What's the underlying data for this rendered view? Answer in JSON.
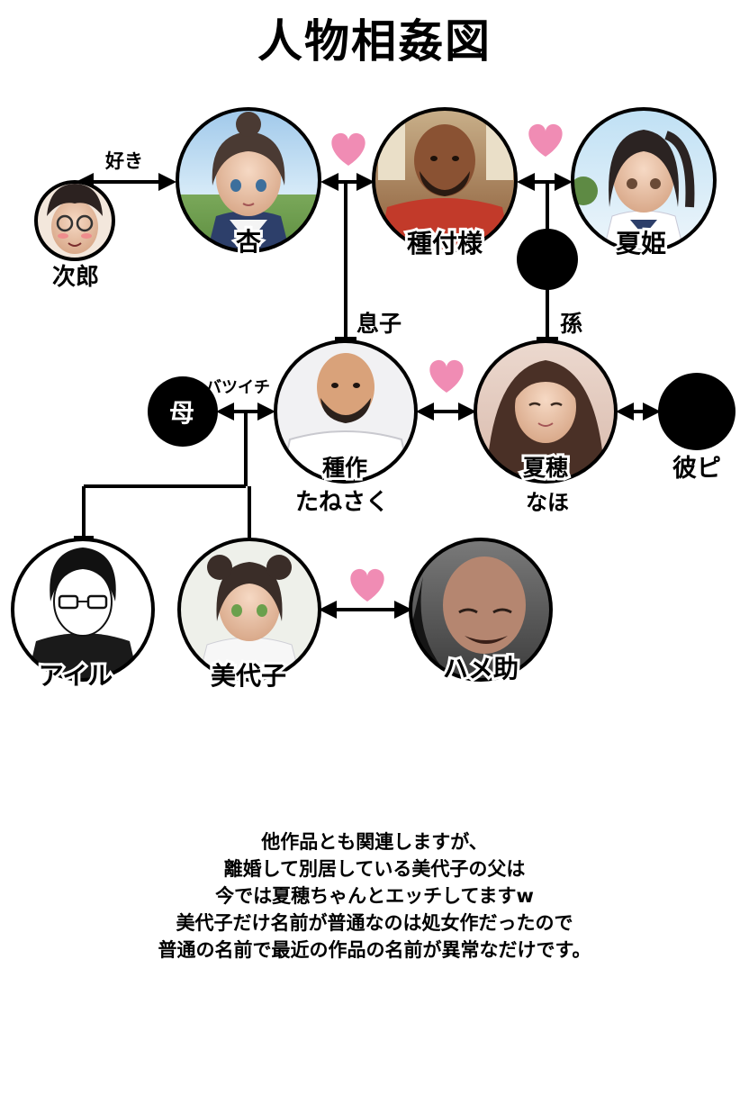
{
  "title": "人物相姦図",
  "colors": {
    "heart": "#f08cb4",
    "line": "#000000"
  },
  "people": {
    "jiro": {
      "name": "次郎"
    },
    "an": {
      "name": "杏"
    },
    "tanetsuke": {
      "name": "種付様"
    },
    "natsuhime": {
      "name": "夏姫"
    },
    "tanesaku": {
      "name": "種作",
      "reading": "たねさく"
    },
    "nahoi": {
      "name": "夏穂",
      "reading": "なほ"
    },
    "haha": {
      "name": "母"
    },
    "kareshi": {
      "name": "彼ピ"
    },
    "airu": {
      "name": "アイル"
    },
    "miyoko": {
      "name": "美代子"
    },
    "hamesuke": {
      "name": "ハメ助"
    }
  },
  "relations": {
    "suki": "好き",
    "musuko": "息子",
    "mago": "孫",
    "batsuichi": "バツイチ"
  },
  "note_lines": [
    "他作品とも関連しますが、",
    "離婚して別居している美代子の父は",
    "今では夏穂ちゃんとエッチしてますw",
    "美代子だけ名前が普通なのは処女作だったので",
    "普通の名前で最近の作品の名前が異常なだけです。"
  ]
}
